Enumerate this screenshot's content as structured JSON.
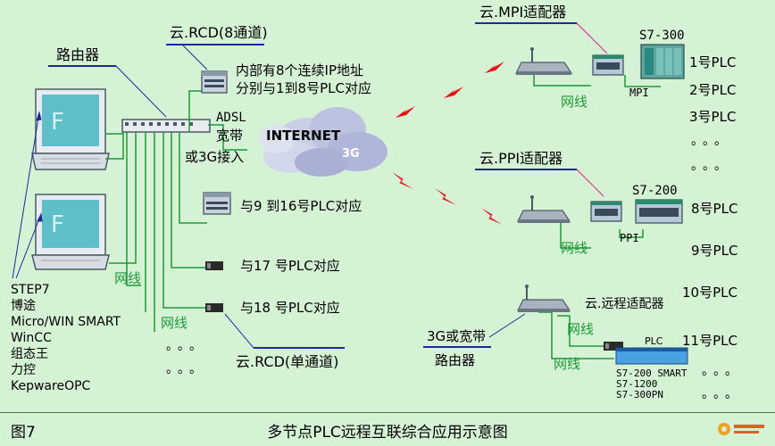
{
  "router_label": "路由器",
  "rcd8_label": "云.RCD(8通道)",
  "rcd8_desc_line1": "内部有8个连续IP地址",
  "rcd8_desc_line2": "分别与1到8号PLC对应",
  "adsl_line1": "ADSL",
  "adsl_line2": "宽带",
  "adsl_line3": "或3G接入",
  "internet_label": "INTERNET",
  "internet_3g": "3G",
  "plc_9_16": "与9 到16号PLC对应",
  "plc_17": "与17 号PLC对应",
  "plc_18": "与18 号PLC对应",
  "rcd_single_label": "云.RCD(单通道)",
  "network_label": "网线",
  "software_list": [
    "STEP7",
    "博途",
    "Micro/WIN SMART",
    "WinCC",
    "组态王",
    "力控",
    "KepwareOPC"
  ],
  "mpi_adapter": "云.MPI适配器",
  "s7_300": "S7-300",
  "mpi_text": "MPI",
  "ppi_adapter": "云.PPI适配器",
  "s7_200": "S7-200",
  "ppi_text": "PPI",
  "remote_adapter": "云.远程适配器",
  "router_3g_line1": "3G或宽带",
  "router_3g_line2": "路由器",
  "plc_box_label": "PLC",
  "plc_models": [
    "S7-200 SMART",
    "S7-1200",
    "S7-300PN"
  ],
  "plc_numbers": [
    "1号PLC",
    "2号PLC",
    "3号PLC",
    "8号PLC",
    "9号PLC",
    "10号PLC",
    "11号PLC"
  ],
  "ellipsis": "。。。",
  "figure_label": "图7",
  "caption": "多节点PLC远程互联综合应用示意图",
  "colors": {
    "background": "#d6f2d4",
    "line_green": "#1c9a3a",
    "label_line_blue": "#1a2a9a",
    "leader_magenta": "#e0208a",
    "lightning_red": "#e8101a"
  }
}
